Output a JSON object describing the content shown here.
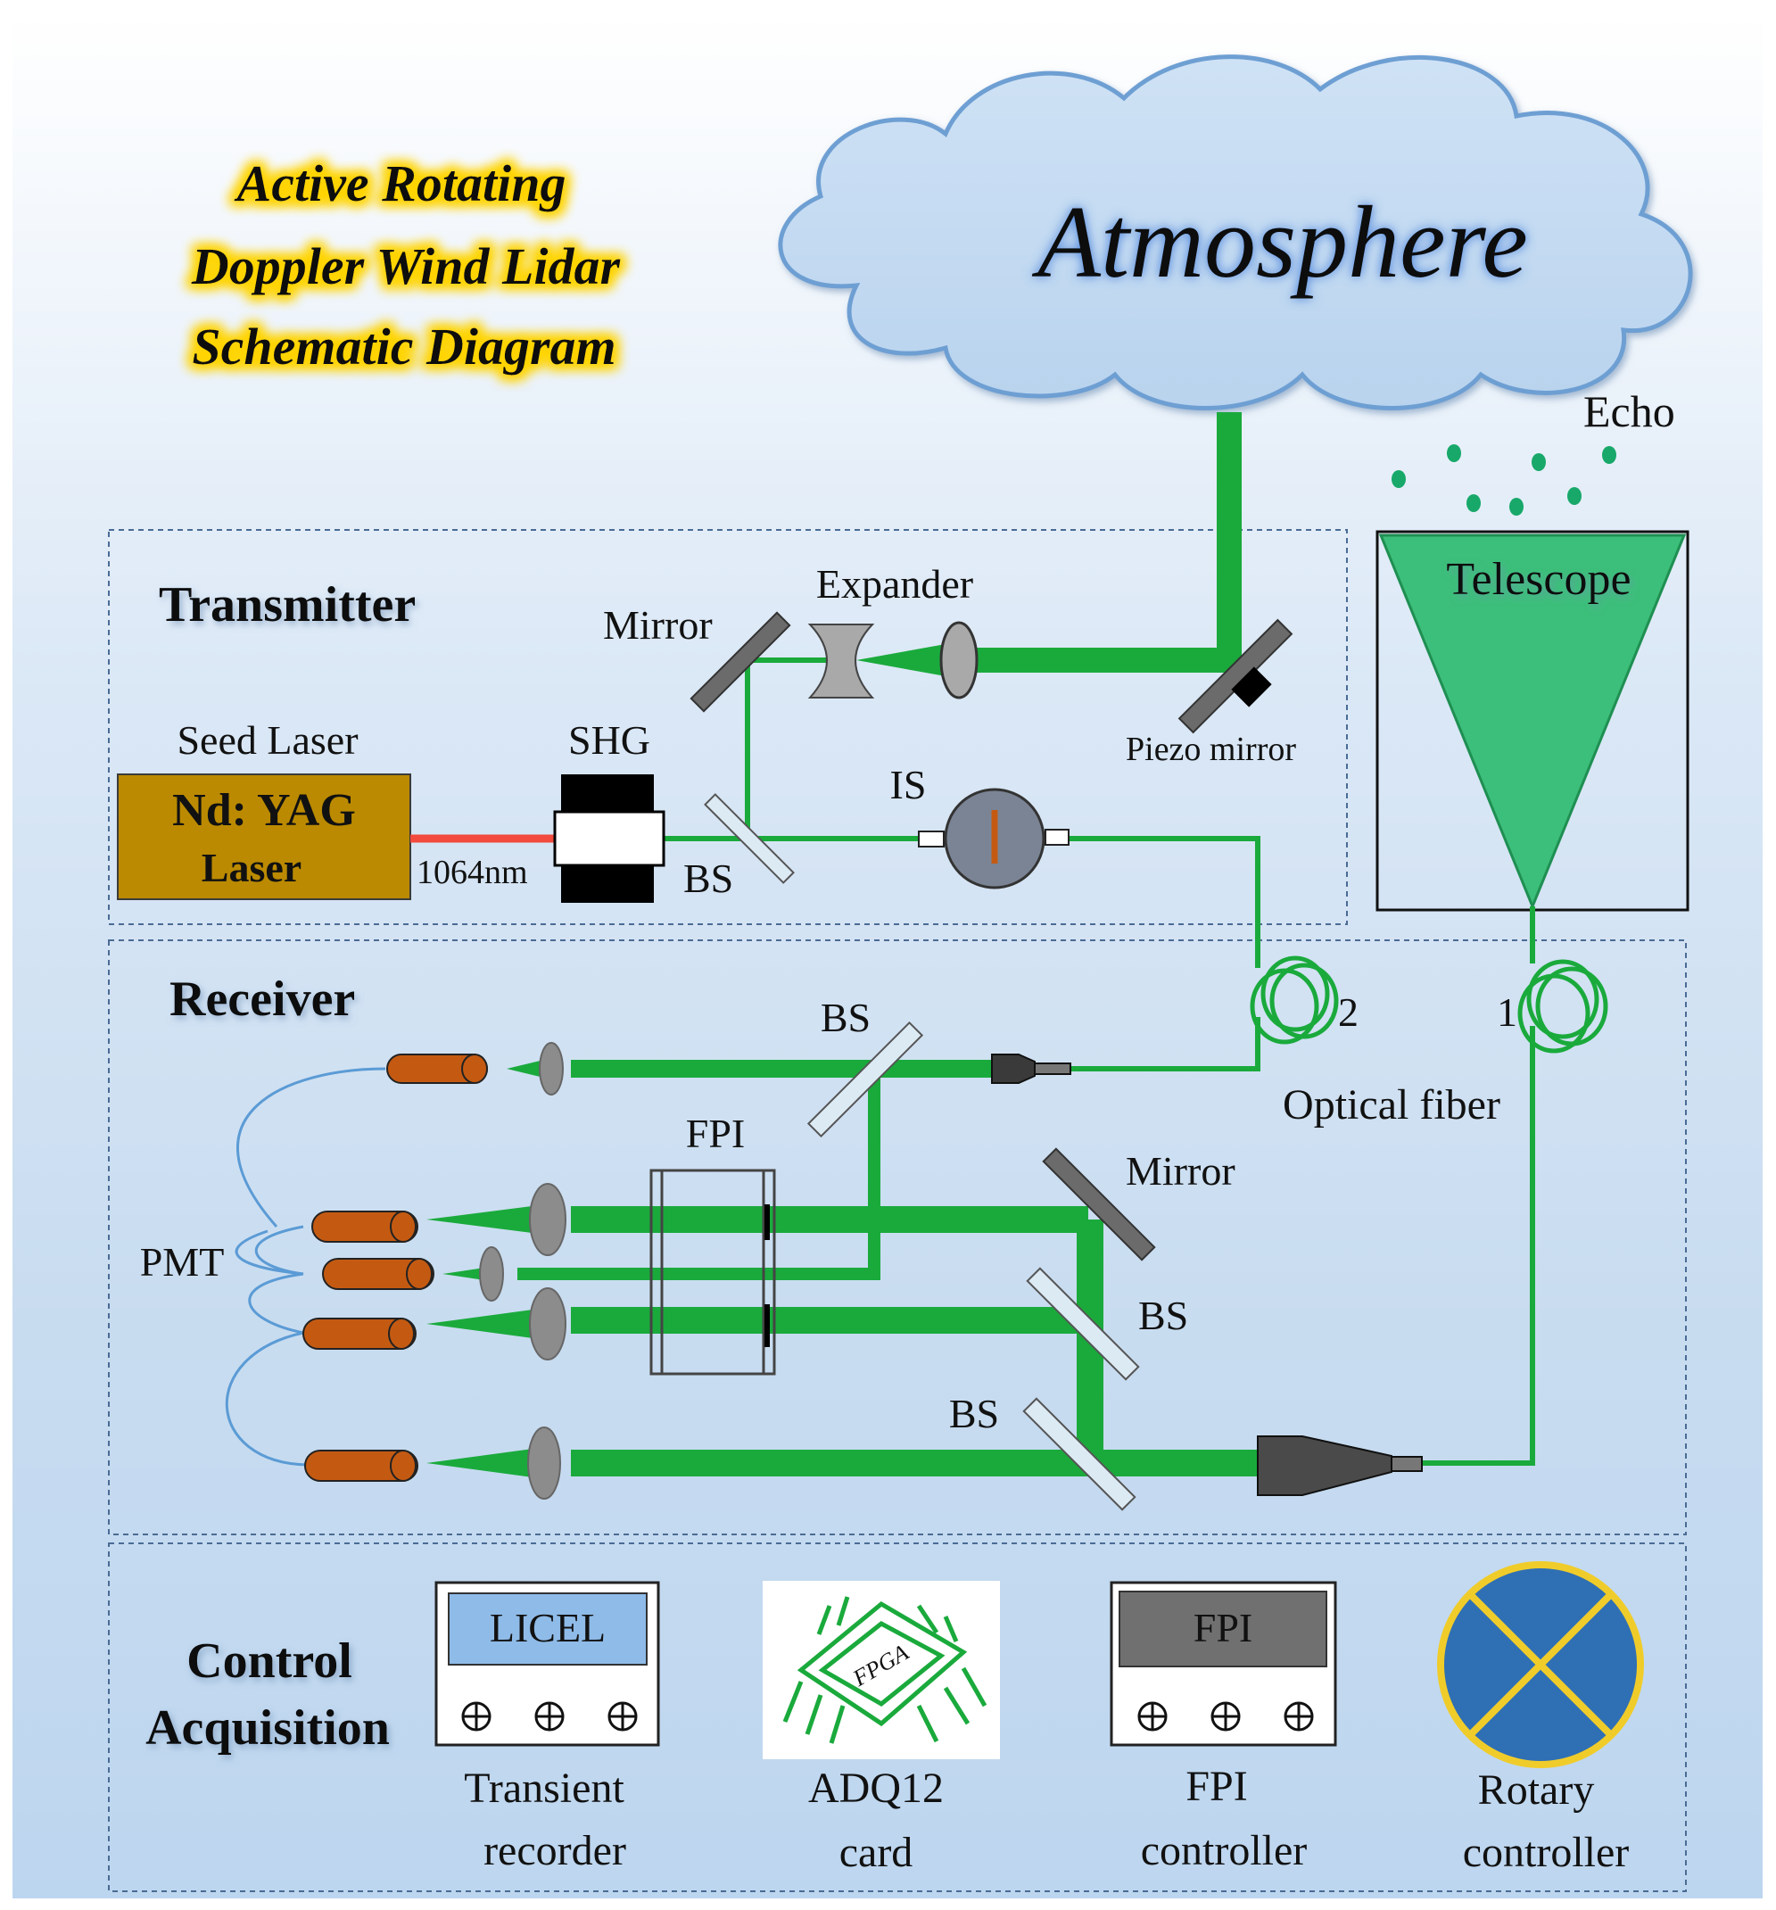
{
  "title": {
    "line1": "Active Rotating",
    "line2": "Doppler Wind Lidar",
    "line3": "Schematic Diagram"
  },
  "atmosphere": "Atmosphere",
  "echo": "Echo",
  "telescope": "Telescope",
  "sections": {
    "transmitter": "Transmitter",
    "receiver": "Receiver",
    "control_line1": "Control",
    "control_line2": "Acquisition"
  },
  "transmitter": {
    "seed_laser": "Seed Laser",
    "laser_line1": "Nd: YAG",
    "laser_line2": "Laser",
    "wavelength": "1064nm",
    "shg": "SHG",
    "bs": "BS",
    "mirror": "Mirror",
    "expander": "Expander",
    "is": "IS",
    "piezo": "Piezo  mirror"
  },
  "fiber": {
    "label": "Optical fiber",
    "num1": "1",
    "num2": "2"
  },
  "receiver": {
    "bs_top": "BS",
    "fpi": "FPI",
    "mirror": "Mirror",
    "bs_mid": "BS",
    "bs_bottom": "BS",
    "pmt": "PMT"
  },
  "control": {
    "licel": "LICEL",
    "transient_line1": "Transient",
    "transient_line2": "recorder",
    "fpga_chip": "FPGA",
    "adq_line1": "ADQ12",
    "adq_line2": "card",
    "fpi_screen": "FPI",
    "fpi_ctrl_line1": "FPI",
    "fpi_ctrl_line2": "controller",
    "rotary_line1": "Rotary",
    "rotary_line2": "controller"
  },
  "colors": {
    "beam": "#1aaa3c",
    "laser_red": "#f24a3c",
    "laser_box": "#bb8a00",
    "pmt": "#c45a12",
    "telescope": "#3cbf7a",
    "title_glow": "#ffd400",
    "rotary_fill": "#2f6fb4",
    "rotary_ring": "#f0cc2a",
    "licel_screen": "#8fbbe8",
    "fpi_screen": "#707070"
  }
}
